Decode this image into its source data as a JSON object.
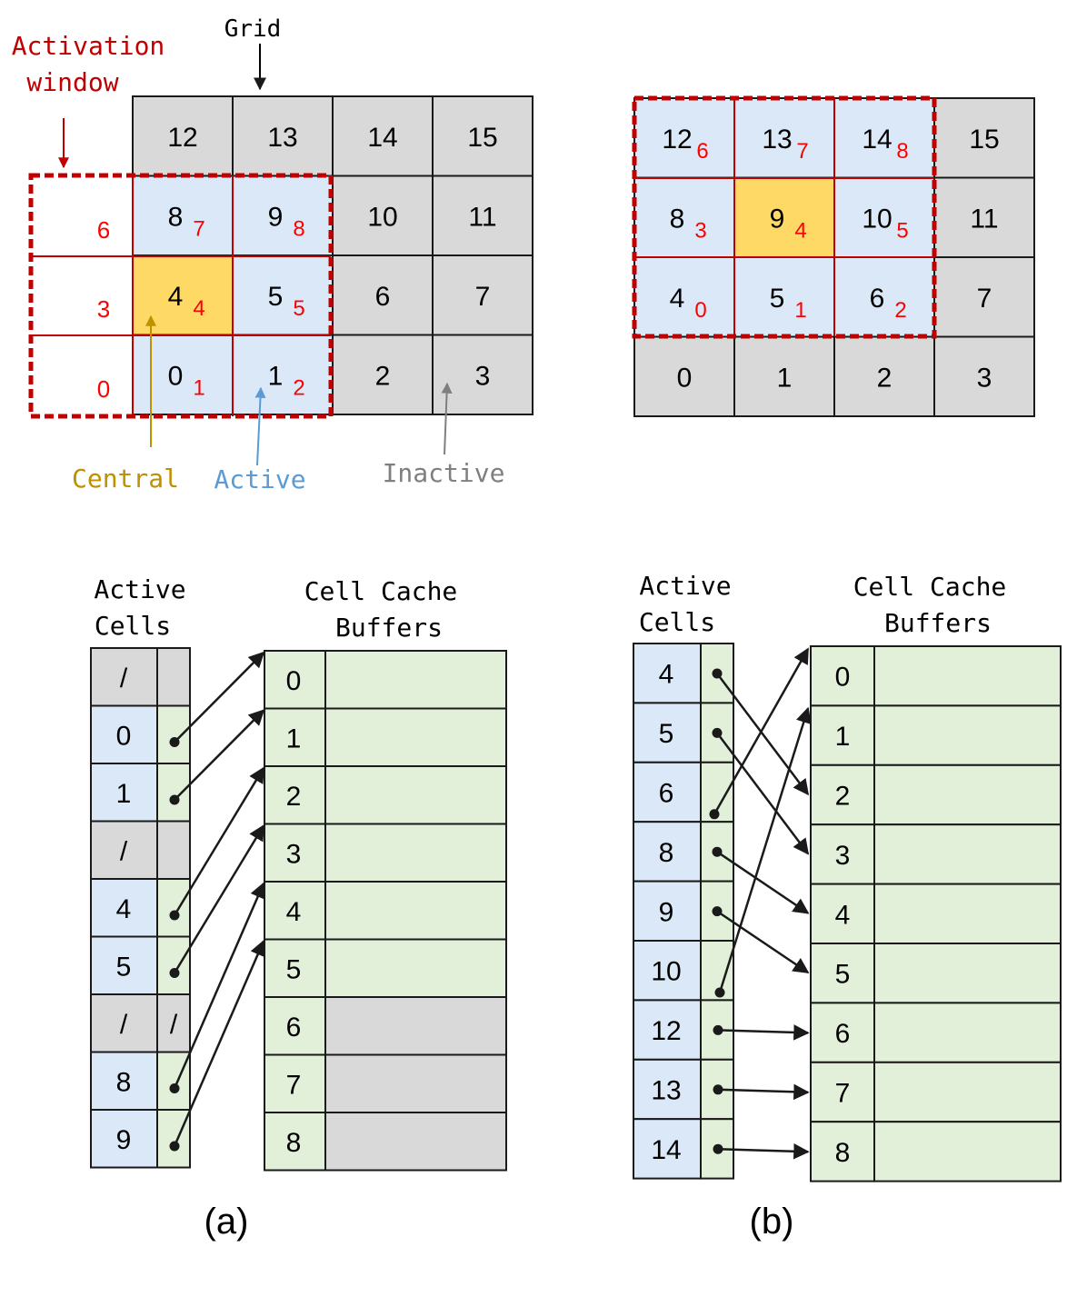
{
  "colors": {
    "red": "#c00000",
    "redNumber": "#ff0000",
    "active": "#dae8f7",
    "central": "#ffd966",
    "inactive": "#d9d9d9",
    "cache": "#e2efd9",
    "labelCentral": "#bf9000",
    "labelActive": "#5b9bd5",
    "labelInactive": "#7f7f7f",
    "line": "#1a1a1a"
  },
  "panel_a": {
    "grid_label": "Grid",
    "window_label_line1": "Activation",
    "window_label_line2": "window",
    "grid_rows": [
      [
        "12",
        "13",
        "14",
        "15"
      ],
      [
        "8",
        "9",
        "10",
        "11"
      ],
      [
        "4",
        "5",
        "6",
        "7"
      ],
      [
        "0",
        "1",
        "2",
        "3"
      ]
    ],
    "grid_states": [
      [
        "inactive",
        "inactive",
        "inactive",
        "inactive"
      ],
      [
        "active",
        "active",
        "inactive",
        "inactive"
      ],
      [
        "central",
        "active",
        "inactive",
        "inactive"
      ],
      [
        "active",
        "active",
        "inactive",
        "inactive"
      ]
    ],
    "grid_window_index": [
      [
        "",
        "",
        "",
        ""
      ],
      [
        "7",
        "8",
        "",
        ""
      ],
      [
        "4",
        "5",
        "",
        ""
      ],
      [
        "1",
        "2",
        "",
        ""
      ]
    ],
    "outside_indices": [
      "6",
      "3",
      "0"
    ],
    "legend_central": "Central",
    "legend_active": "Active",
    "legend_inactive": "Inactive",
    "active_cells_title_line1": "Active",
    "active_cells_title_line2": "Cells",
    "cache_title_line1": "Cell Cache",
    "cache_title_line2": "Buffers",
    "active_cells": [
      "/",
      "0",
      "1",
      "/",
      "4",
      "5",
      "/",
      "8",
      "9"
    ],
    "pointer_cells": [
      "",
      "",
      "",
      "",
      "",
      "",
      "/",
      "",
      ""
    ],
    "pointer_targets": [
      null,
      0,
      1,
      null,
      2,
      3,
      null,
      4,
      5
    ],
    "buffers": [
      "0",
      "1",
      "2",
      "3",
      "4",
      "5",
      "6",
      "7",
      "8"
    ],
    "buffer_used": [
      true,
      true,
      true,
      true,
      true,
      true,
      false,
      false,
      false
    ],
    "caption": "(a)"
  },
  "panel_b": {
    "grid_rows": [
      [
        "12",
        "13",
        "14",
        "15"
      ],
      [
        "8",
        "9",
        "10",
        "11"
      ],
      [
        "4",
        "5",
        "6",
        "7"
      ],
      [
        "0",
        "1",
        "2",
        "3"
      ]
    ],
    "grid_states": [
      [
        "active",
        "active",
        "active",
        "inactive"
      ],
      [
        "active",
        "central",
        "active",
        "inactive"
      ],
      [
        "active",
        "active",
        "active",
        "inactive"
      ],
      [
        "inactive",
        "inactive",
        "inactive",
        "inactive"
      ]
    ],
    "grid_window_index": [
      [
        "6",
        "7",
        "8",
        ""
      ],
      [
        "3",
        "4",
        "5",
        ""
      ],
      [
        "0",
        "1",
        "2",
        ""
      ],
      [
        "",
        "",
        "",
        ""
      ]
    ],
    "active_cells_title_line1": "Active",
    "active_cells_title_line2": "Cells",
    "cache_title_line1": "Cell Cache",
    "cache_title_line2": "Buffers",
    "active_cells": [
      "4",
      "5",
      "6",
      "8",
      "9",
      "10",
      "12",
      "13",
      "14"
    ],
    "pointer_targets": [
      2,
      3,
      0,
      4,
      5,
      1,
      6,
      7,
      8
    ],
    "buffers": [
      "0",
      "1",
      "2",
      "3",
      "4",
      "5",
      "6",
      "7",
      "8"
    ],
    "caption": "(b)"
  }
}
